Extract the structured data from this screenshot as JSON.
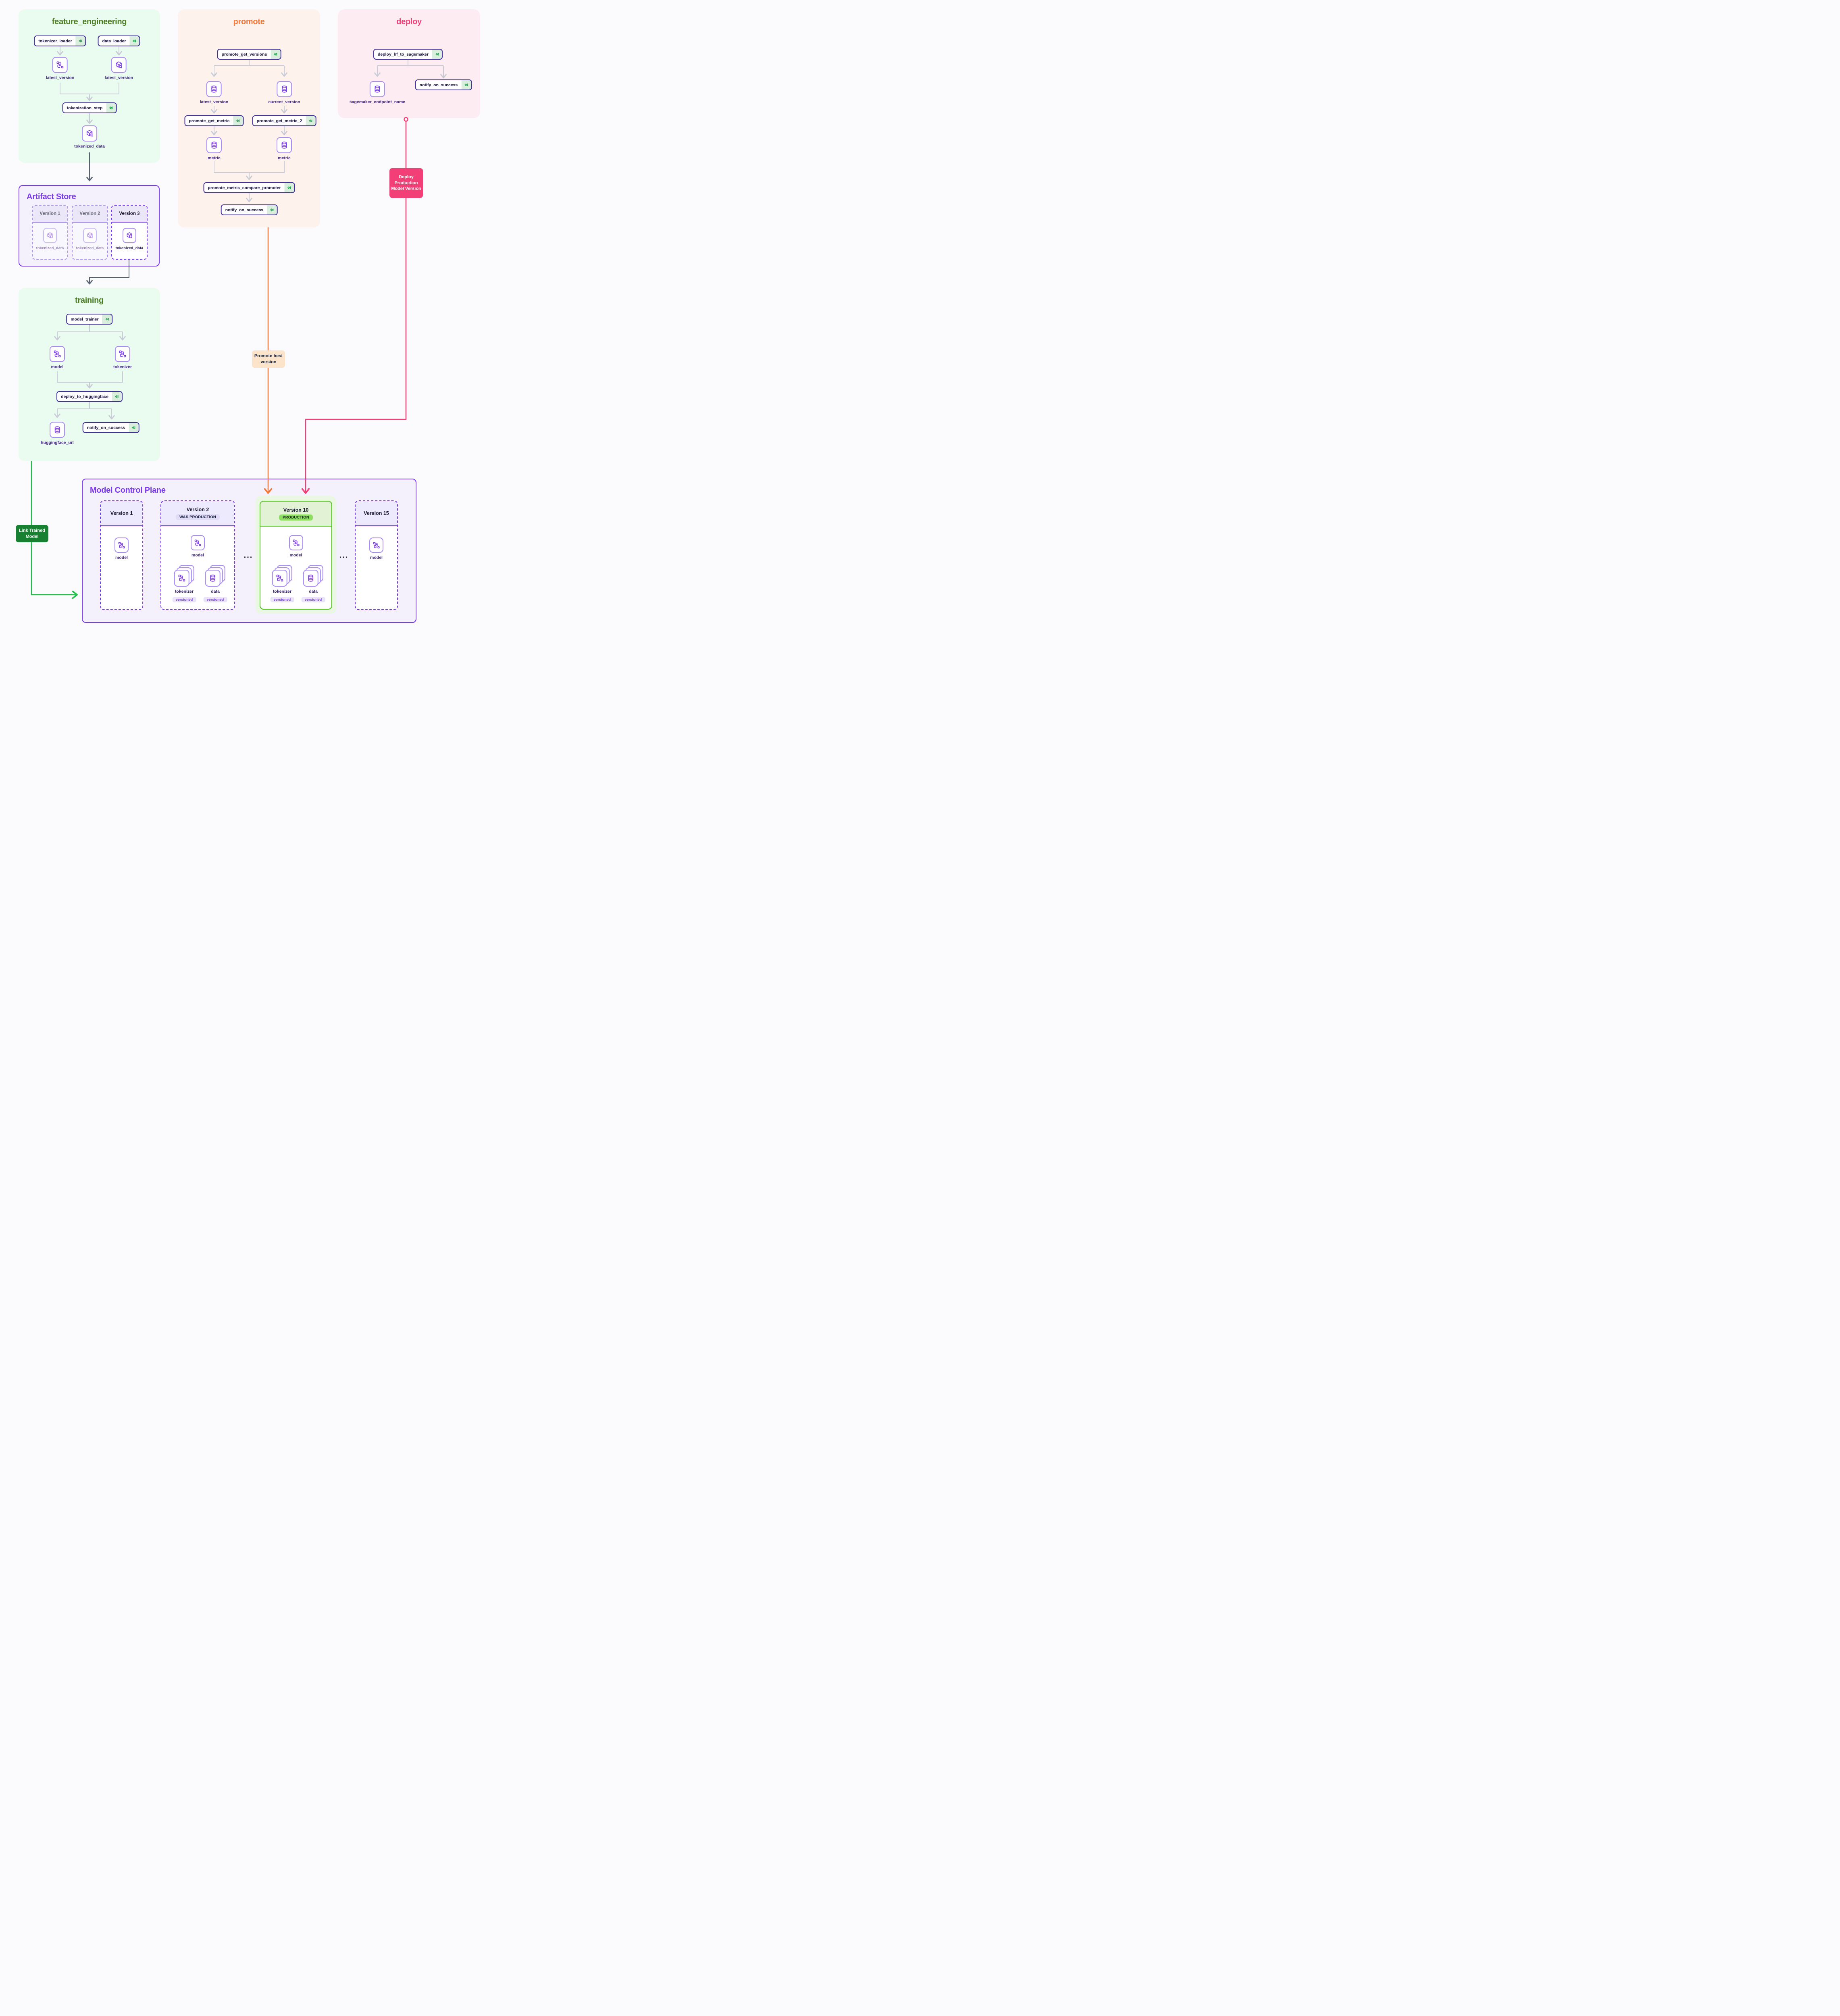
{
  "colors": {
    "pipeline_bg_green": "#eafbef",
    "pipeline_title_green": "#4b7e23",
    "promote_bg": "#fdf2ec",
    "promote_title": "#f07a3c",
    "deploy_bg": "#fdedf3",
    "deploy_title": "#f23f77",
    "panel_bg": "#f4f1fd",
    "panel_purple": "#7c3aed",
    "node_border": "#42309d",
    "node_text": "#191242",
    "cache_bg": "#d9eedd",
    "cache_icon_green": "#1fa44e",
    "artifact_border": "#a98df5",
    "artifact_label": "#46288f",
    "edge_gray": "#c9ccd6",
    "edge_dark": "#57606f",
    "edge_green": "#1fc24b",
    "edge_orange": "#f4793b",
    "edge_pink": "#f23f77",
    "production_badge": "#8ede63",
    "was_production_badge": "#e3dcf8",
    "link_label_bg": "#188131",
    "promote_label_bg": "#fbe4c9"
  },
  "feature_engineering": {
    "title": "feature_engineering",
    "steps": {
      "tokenizer_loader": "tokenizer_loader",
      "data_loader": "data_loader",
      "tokenization_step": "tokenization_step"
    },
    "artifacts": {
      "latest_version_model": "latest_version",
      "latest_version_data": "latest_version",
      "tokenized_data": "tokenized_data"
    }
  },
  "artifact_store": {
    "title": "Artifact Store",
    "versions": [
      {
        "label": "Version 1",
        "artifact": "tokenized_data"
      },
      {
        "label": "Version 2",
        "artifact": "tokenized_data"
      },
      {
        "label": "Version 3",
        "artifact": "tokenized_data"
      }
    ]
  },
  "training": {
    "title": "training",
    "steps": {
      "model_trainer": "model_trainer",
      "deploy_to_huggingface": "deploy_to_huggingface",
      "notify_on_success": "notify_on_success"
    },
    "artifacts": {
      "model": "model",
      "tokenizer": "tokenizer",
      "huggingface_url": "huggingface_url"
    }
  },
  "promote": {
    "title": "promote",
    "steps": {
      "promote_get_versions": "promote_get_versions",
      "promote_get_metric": "promote_get_metric",
      "promote_get_metric_2": "promote_get_metric_2",
      "promote_metric_compare_promoter": "promote_metric_compare_promoter",
      "notify_on_success": "notify_on_success"
    },
    "artifacts": {
      "latest_version": "latest_version",
      "current_version": "current_version",
      "metric_left": "metric",
      "metric_right": "metric"
    }
  },
  "deploy": {
    "title": "deploy",
    "steps": {
      "deploy_hf_to_sagemaker": "deploy_hf_to_sagemaker",
      "notify_on_success": "notify_on_success"
    },
    "artifacts": {
      "sagemaker_endpoint_name": "sagemaker_endpoint_name"
    }
  },
  "edge_labels": {
    "link_trained_model": "Link Trained Model",
    "promote_best_version": "Promote best version",
    "deploy_production_model_version": "Deploy Production Model Version"
  },
  "model_control_plane": {
    "title": "Model Control Plane",
    "ellipsis": "...",
    "versions": [
      {
        "label": "Version 1",
        "artifacts": {
          "model": "model"
        }
      },
      {
        "label": "Version 2",
        "badge": "WAS PRODUCTION",
        "versioned_label": "versioned",
        "artifacts": {
          "model": "model",
          "tokenizer": "tokenizer",
          "data": "data"
        }
      },
      {
        "label": "Version 10",
        "badge": "PRODUCTION",
        "versioned_label": "versioned",
        "artifacts": {
          "model": "model",
          "tokenizer": "tokenizer",
          "data": "data"
        }
      },
      {
        "label": "Version 15",
        "artifacts": {
          "model": "model"
        }
      }
    ]
  }
}
